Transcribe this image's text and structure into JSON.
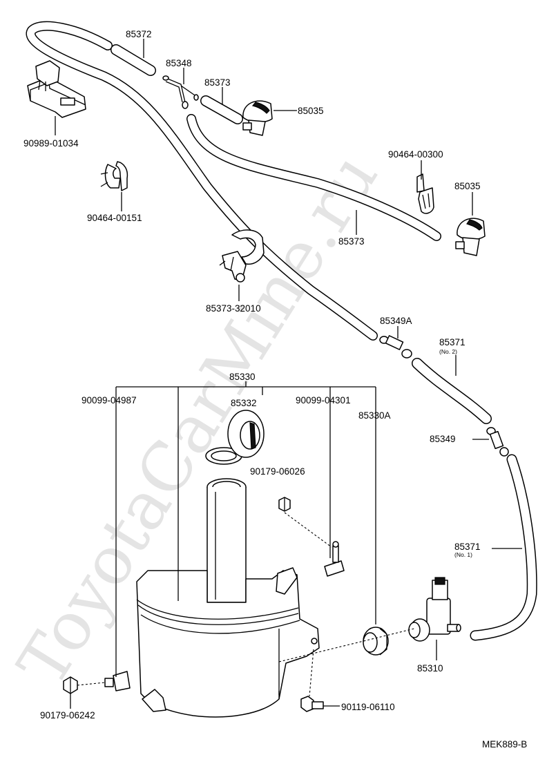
{
  "watermark": "ToyotaCarMine.ru",
  "drawing_code": "MEK889-B",
  "labels": {
    "p85372": "85372",
    "p85348": "85348",
    "p85373_top": "85373",
    "p85035_top": "85035",
    "p90989": "90989-01034",
    "p90464_300": "90464-00300",
    "p85035_right": "85035",
    "p90464_151": "90464-00151",
    "p85373_mid": "85373",
    "p85373_32010": "85373-32010",
    "p85349A": "85349A",
    "p85371_2": "85371",
    "p85371_2_note": "(No. 2)",
    "p85330": "85330",
    "p90099_04987": "90099-04987",
    "p85332": "85332",
    "p90099_04301": "90099-04301",
    "p85330A": "85330A",
    "p85349": "85349",
    "p90179_06026": "90179-06026",
    "p85371_1": "85371",
    "p85371_1_note": "(No. 1)",
    "p85310": "85310",
    "p90179_06242": "90179-06242",
    "p90119_06110": "90119-06110"
  }
}
